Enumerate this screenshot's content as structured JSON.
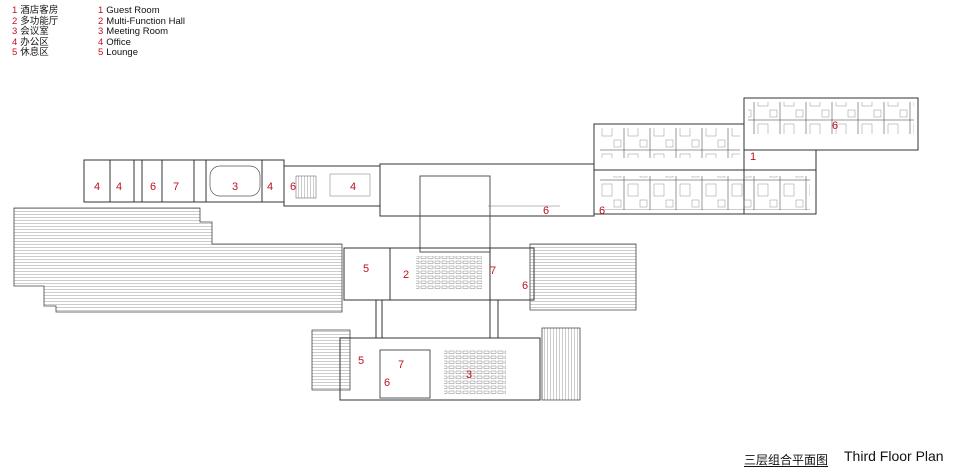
{
  "legend_cn": [
    {
      "num": "1",
      "label": "酒店客房"
    },
    {
      "num": "2",
      "label": "多功能厅"
    },
    {
      "num": "3",
      "label": "会议室"
    },
    {
      "num": "4",
      "label": "办公区"
    },
    {
      "num": "5",
      "label": "休息区"
    }
  ],
  "legend_en": [
    {
      "num": "1",
      "label": "Guest Room"
    },
    {
      "num": "2",
      "label": "Multi-Function Hall"
    },
    {
      "num": "3",
      "label": "Meeting Room"
    },
    {
      "num": "4",
      "label": "Office"
    },
    {
      "num": "5",
      "label": "Lounge"
    }
  ],
  "title_cn": "三层组合平面图",
  "title_en": "Third Floor Plan",
  "room_labels": [
    "1",
    "2",
    "3",
    "4",
    "5",
    "6",
    "7"
  ],
  "colors": {
    "label_red": "#c0121e",
    "wall": "#333333",
    "fine_line": "#999999"
  }
}
